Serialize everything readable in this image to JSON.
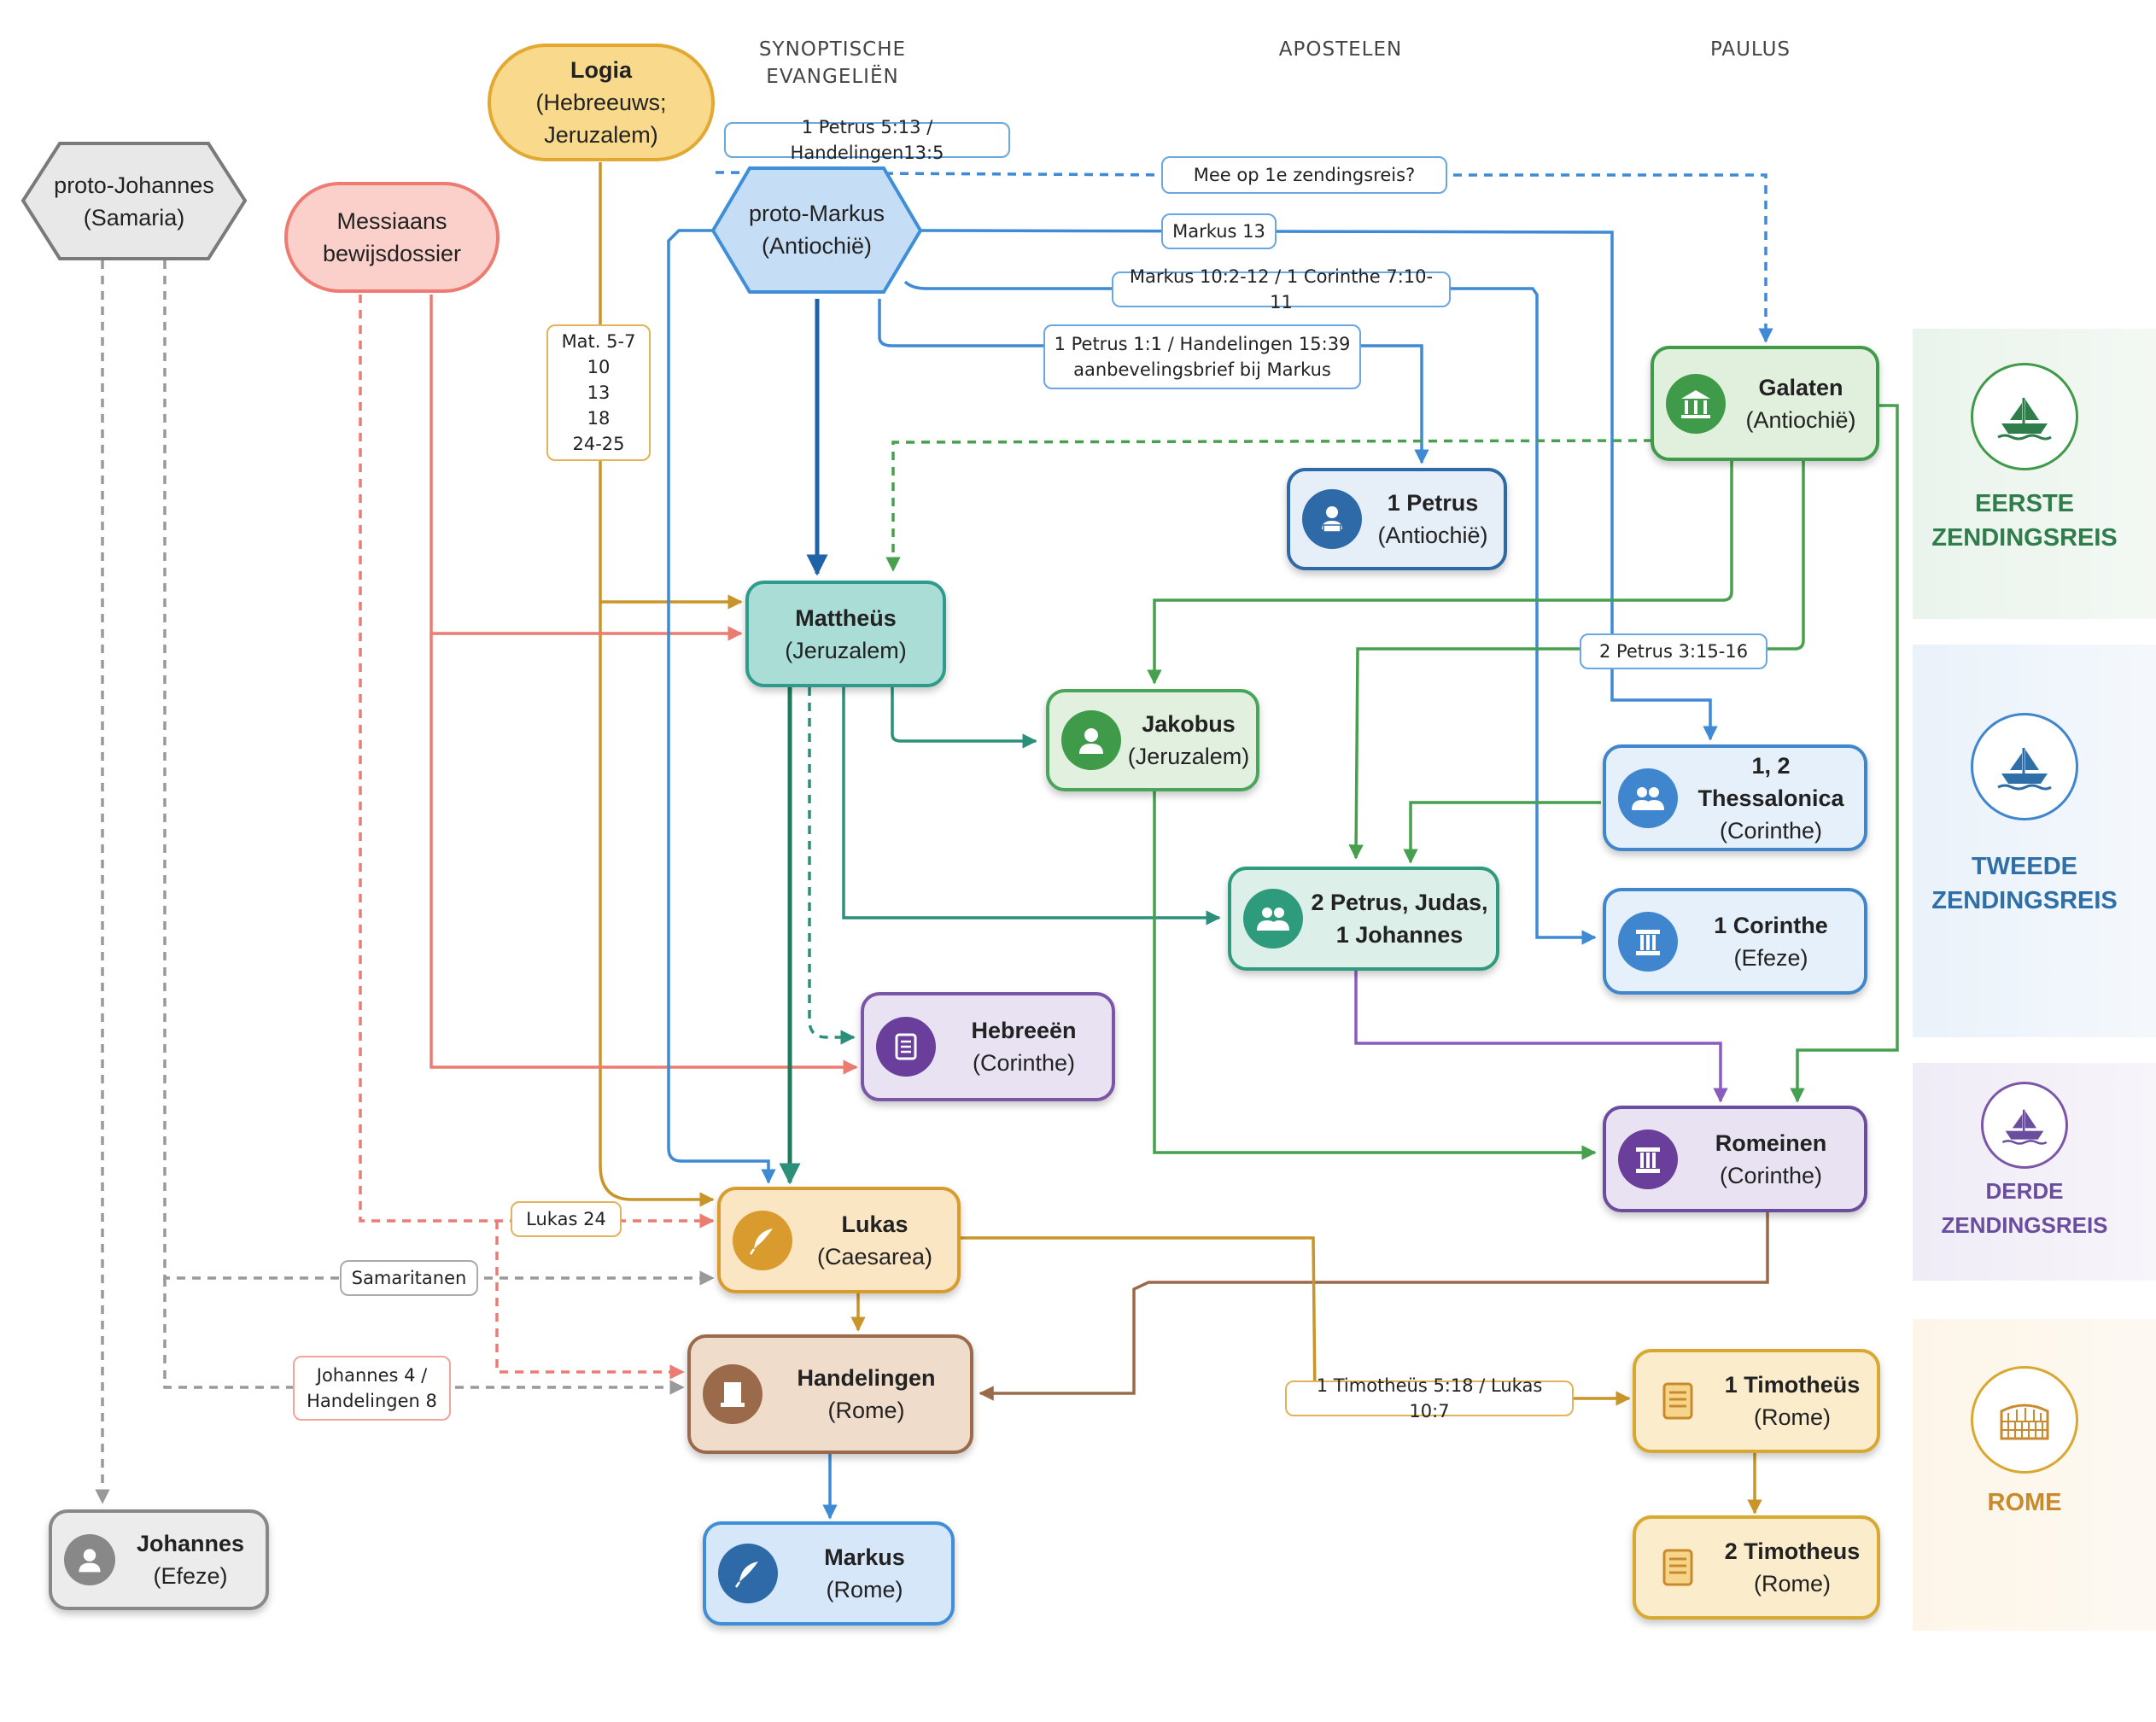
{
  "columns": {
    "synoptic": "SYNOPTISCHE\nEVANGELIËN",
    "apostles": "APOSTELEN",
    "paul": "PAULUS"
  },
  "nodes": {
    "logia": {
      "title": "Logia",
      "sub": "(Hebreeuws;\nJeruzalem)",
      "color": "#e3a830"
    },
    "proto_johannes": {
      "title": "proto-Johannes",
      "sub": "(Samaria)",
      "color": "#7a7a7a"
    },
    "messiaans": {
      "title": "Messiaans",
      "sub": "bewijsdossier",
      "color": "#ee7b71"
    },
    "proto_markus": {
      "title": "proto-Markus",
      "sub": "(Antiochië)",
      "color": "#3f8fd8"
    },
    "mattheus": {
      "title": "Mattheüs",
      "sub": "(Jeruzalem)",
      "color": "#2e9c8d"
    },
    "jakobus": {
      "title": "Jakobus",
      "sub": "(Jeruzalem)",
      "color": "#4aa55a"
    },
    "petrus1": {
      "title": "1 Petrus",
      "sub": "(Antiochië)",
      "color": "#2e6aa8"
    },
    "galaten": {
      "title": "Galaten",
      "sub": "(Antiochië)",
      "color": "#3f9a49"
    },
    "thessalonica": {
      "title": "1, 2 Thessalonica",
      "sub": "(Corinthe)",
      "color": "#3f86cf"
    },
    "petrus2": {
      "title": "2 Petrus, Judas,",
      "sub": "1 Johannes",
      "color": "#2e9c7c"
    },
    "corinthe1": {
      "title": "1 Corinthe",
      "sub": "(Efeze)",
      "color": "#3f86cf"
    },
    "hebreeen": {
      "title": "Hebreeën",
      "sub": "(Corinthe)",
      "color": "#7a55a8"
    },
    "romeinen": {
      "title": "Romeinen",
      "sub": "(Corinthe)",
      "color": "#6a4d9e"
    },
    "lukas": {
      "title": "Lukas",
      "sub": "(Caesarea)",
      "color": "#d99a2e"
    },
    "handelingen": {
      "title": "Handelingen",
      "sub": "(Rome)",
      "color": "#9a6a4a"
    },
    "markus": {
      "title": "Markus",
      "sub": "(Rome)",
      "color": "#3f8fd8"
    },
    "johannes": {
      "title": "Johannes",
      "sub": "(Efeze)",
      "color": "#888888"
    },
    "timotheus1": {
      "title": "1 Timotheüs",
      "sub": "(Rome)",
      "color": "#d9a830"
    },
    "timotheus2": {
      "title": "2 Timotheus",
      "sub": "(Rome)",
      "color": "#d9a830"
    }
  },
  "labels": {
    "petrus_handelingen": "1 Petrus 5:13 / Handelingen13:5",
    "zendingsreis": "Mee op 1e zendingsreis?",
    "markus13": "Markus 13",
    "markus10": "Markus 10:2-12 / 1 Corinthe 7:10-11",
    "aanbeveling_1": "1 Petrus 1:1 / Handelingen 15:39",
    "aanbeveling_2": "aanbevelingsbrief bij Markus",
    "mat_1": "Mat. 5-7",
    "mat_2": "10",
    "mat_3": "13",
    "mat_4": "18",
    "mat_5": "24-25",
    "petrus315": "2 Petrus 3:15-16",
    "lukas24": "Lukas 24",
    "samaritanen": "Samaritanen",
    "joh4_1": "Johannes 4 /",
    "joh4_2": "Handelingen 8",
    "timotheus_lukas": "1 Timotheüs 5:18 / Lukas 10:7"
  },
  "journeys": {
    "first": {
      "label": "EERSTE\nZENDINGSREIS",
      "color": "#2e7d4a",
      "icon": "ship-icon"
    },
    "second": {
      "label": "TWEEDE\nZENDINGSREIS",
      "color": "#2f6fa8",
      "icon": "ship-icon"
    },
    "third": {
      "label": "DERDE\nZENDINGSREIS",
      "color": "#6a4d9e",
      "icon": "ship-icon"
    },
    "rome": {
      "label": "ROME",
      "color": "#c98a2e",
      "icon": "colosseum-icon"
    }
  }
}
